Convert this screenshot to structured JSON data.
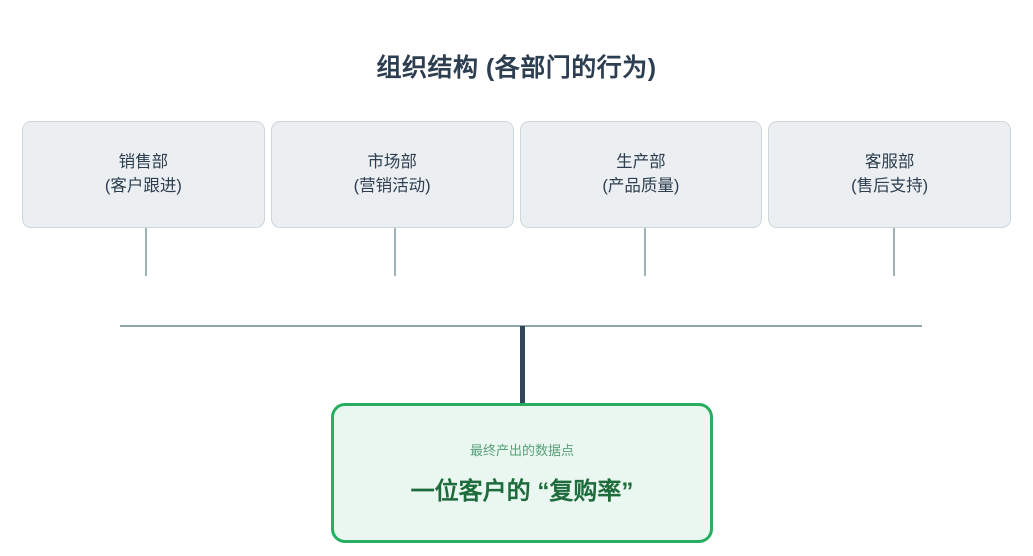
{
  "diagram": {
    "title": "组织结构 (各部门的行为)",
    "type": "org-flow-diagram",
    "colors": {
      "title_text": "#2c3e50",
      "dept_fill": "#eceff1",
      "dept_border": "#cdd6da",
      "dept_text": "#2c3e50",
      "connector_line": "#93a6ad",
      "trunk_line": "#33475b",
      "outcome_fill": "#eaf7f0",
      "outcome_border": "#27ae60",
      "outcome_label_text": "#58a077",
      "outcome_value_text": "#1e6b3c",
      "background": "#ffffff"
    },
    "departments": [
      {
        "name": "销售部",
        "sub": "(客户跟进)"
      },
      {
        "name": "市场部",
        "sub": "(营销活动)"
      },
      {
        "name": "生产部",
        "sub": "(产品质量)"
      },
      {
        "name": "客服部",
        "sub": "(售后支持)"
      }
    ],
    "outcome": {
      "label": "最终产出的数据点",
      "value": "一位客户的 “复购率”"
    }
  }
}
